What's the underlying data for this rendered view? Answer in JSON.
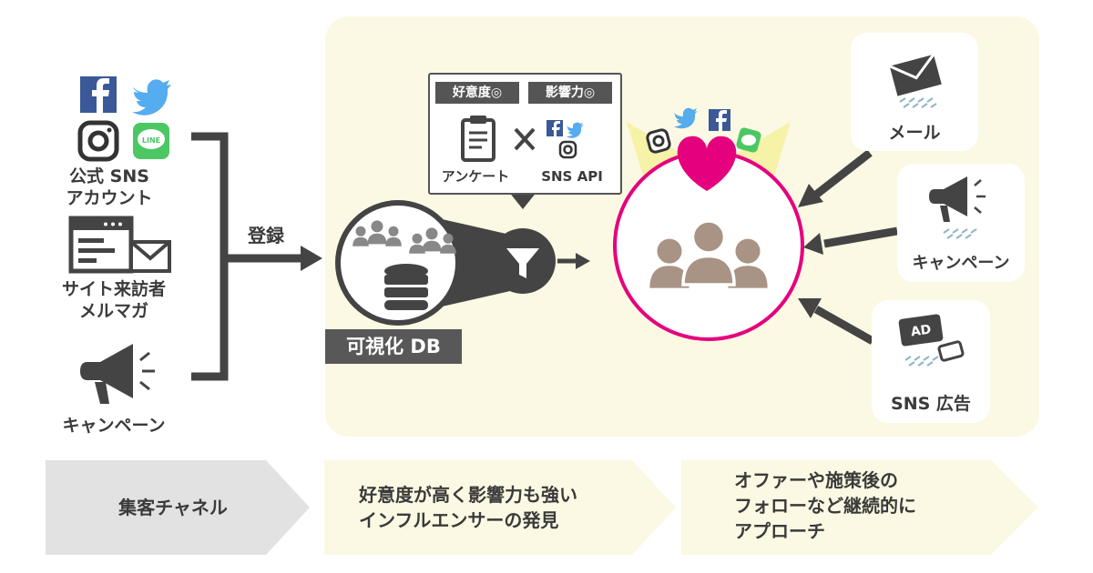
{
  "left_sources": [
    {
      "label": "公式 SNS\nアカウント"
    },
    {
      "label": "サイト来訪者\nメルマガ"
    },
    {
      "label": "キャンペーン"
    }
  ],
  "register_label": "登録",
  "db_label": "可視化 DB",
  "filter_box": {
    "favorability_tag": "好意度◎",
    "influence_tag": "影響力◎",
    "survey_label": "アンケート",
    "api_label": "SNS API"
  },
  "right_channels": [
    {
      "label": "メール"
    },
    {
      "label": "キャンペーン"
    },
    {
      "label": "SNS 広告",
      "badge": "AD"
    }
  ],
  "line_badge": "LINE",
  "bottom_steps": [
    {
      "text": "集客チャネル"
    },
    {
      "text": "好意度が高く影響力も強い\nインフルエンサーの発見"
    },
    {
      "text": "オファーや施策後の\nフォローなど継続的に\nアプローチ"
    }
  ],
  "colors": {
    "panel_bg": "#fbf9e3",
    "dark": "#444444",
    "person_brown": "#a89384",
    "heart_magenta": "#e5007e",
    "facebook_blue": "#3b5998",
    "twitter_blue": "#55acee",
    "line_green": "#4cc764",
    "step_gray": "#e2e2e2",
    "step_yellow": "#fbf9e3"
  }
}
